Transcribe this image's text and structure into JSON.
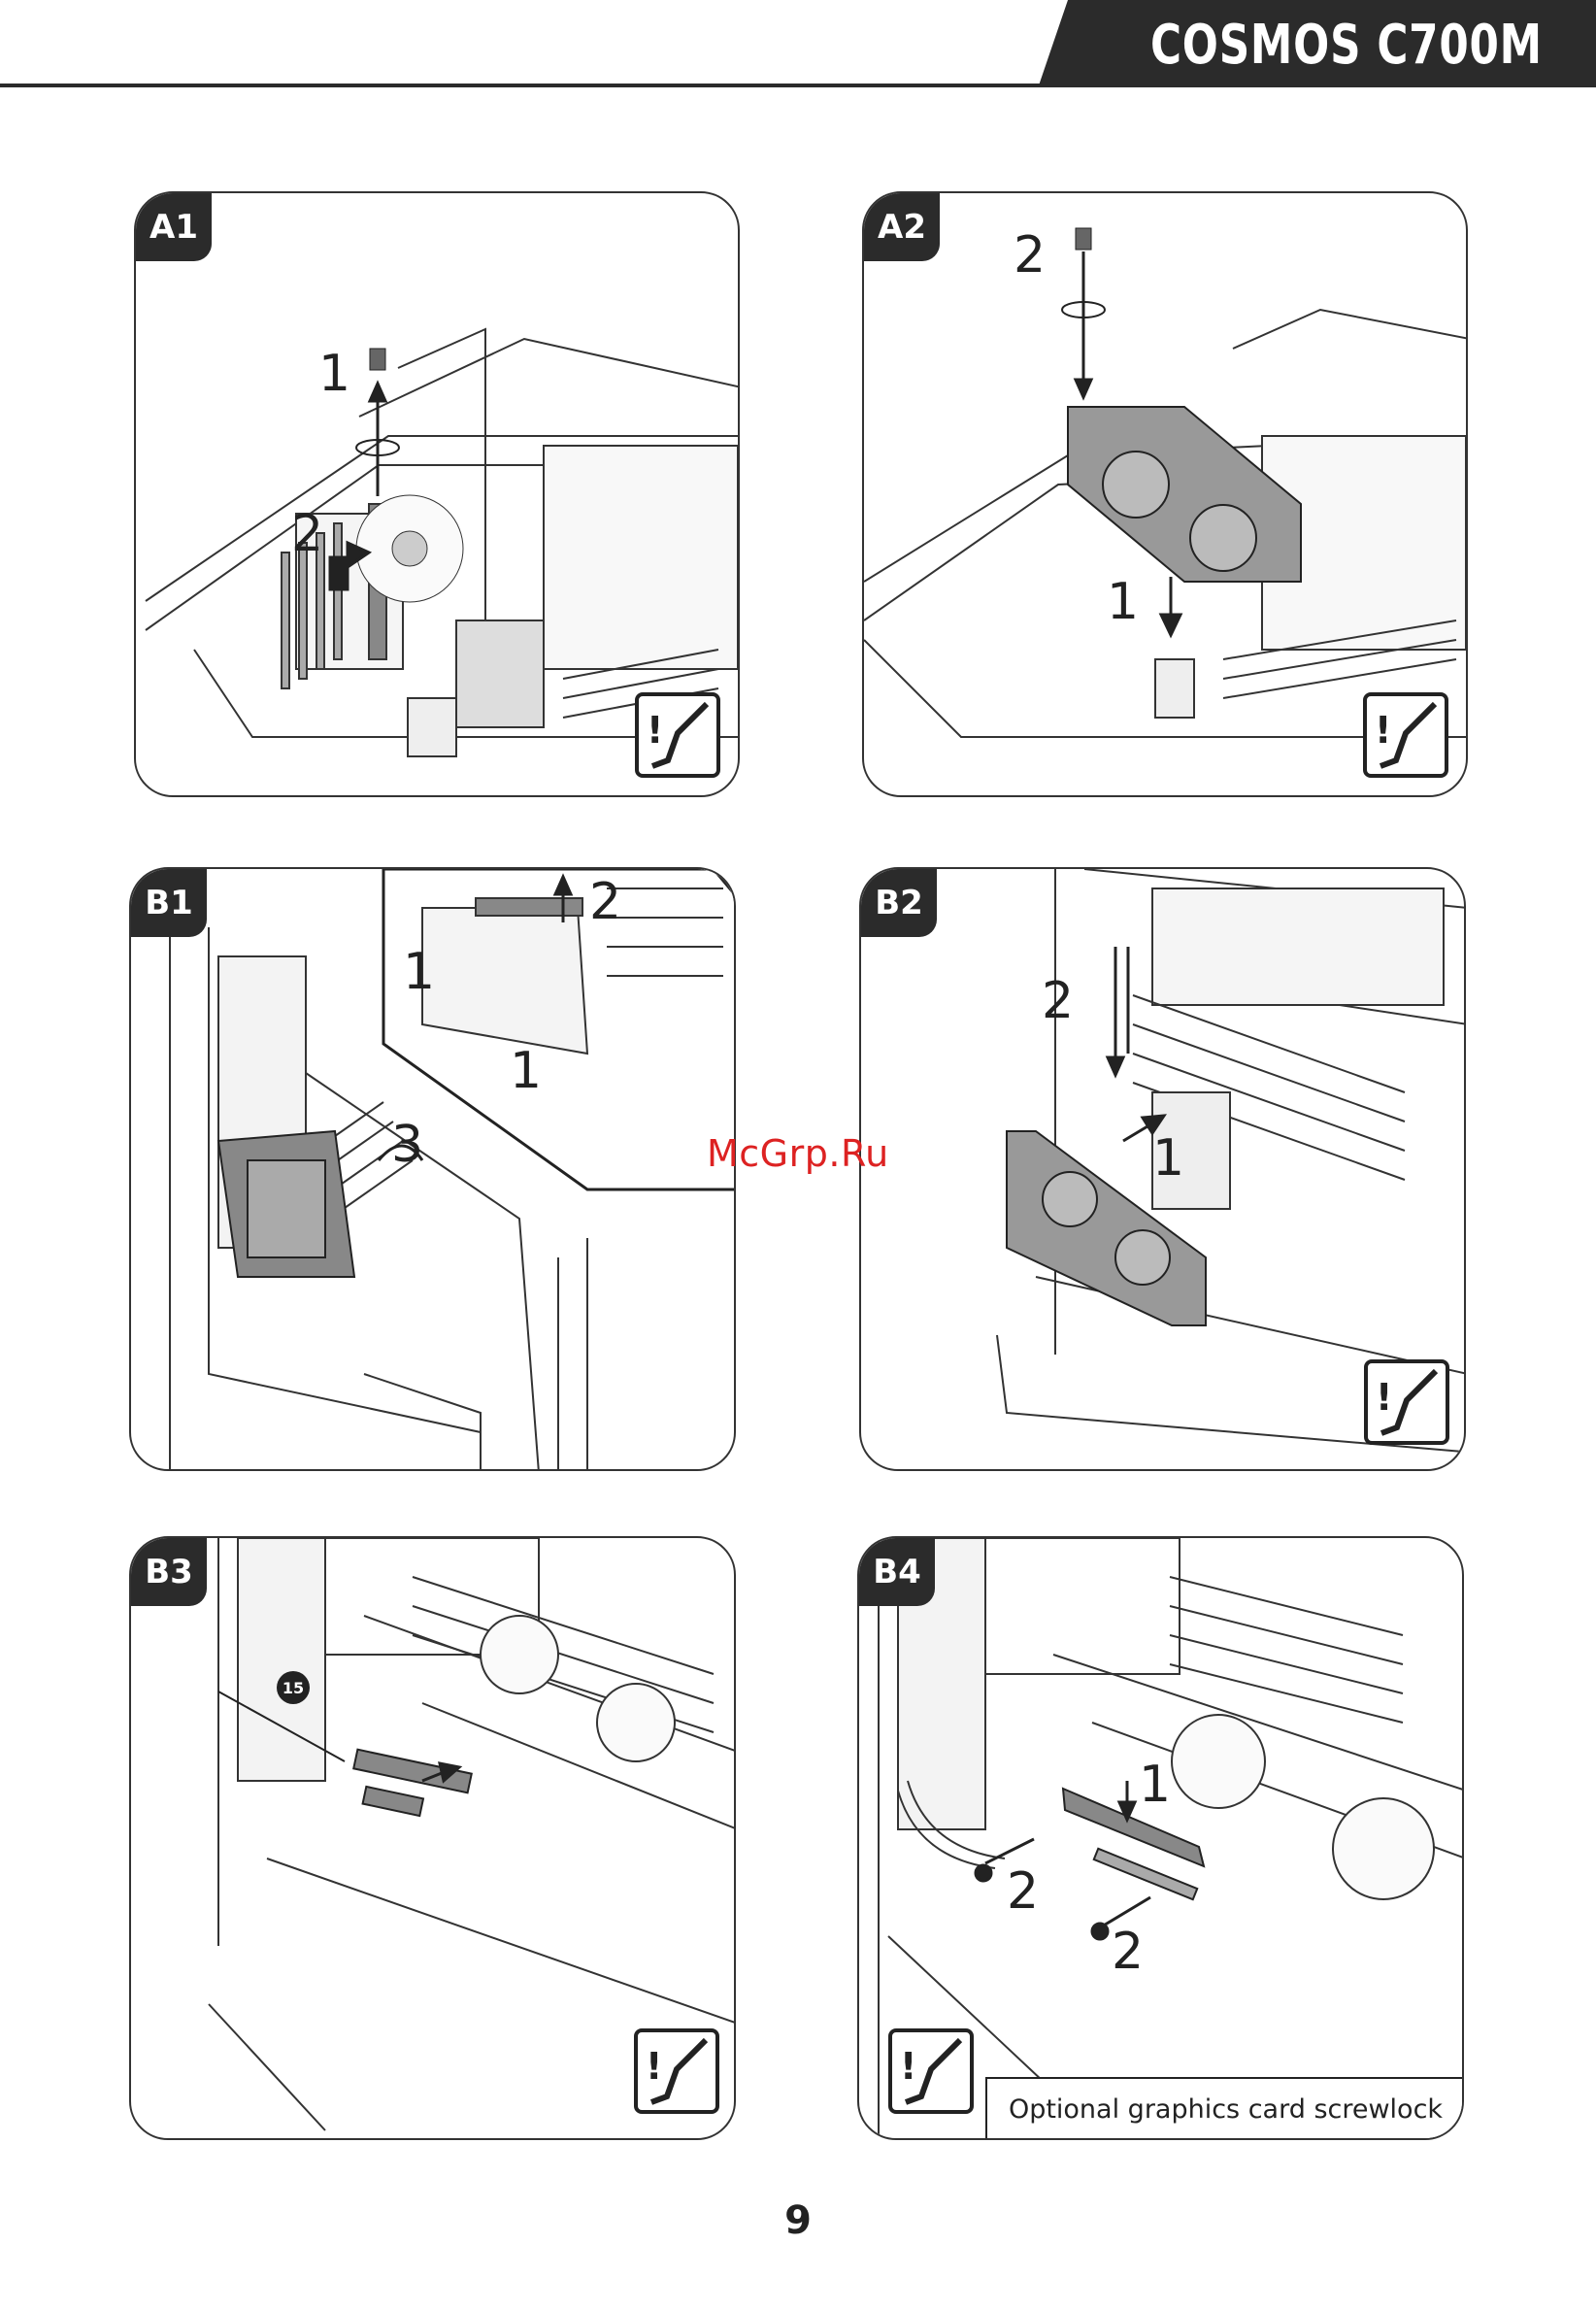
{
  "header": {
    "title": "COSMOS C700M"
  },
  "panels": {
    "a1": {
      "tag": "A1",
      "step1": "1",
      "step2": "2"
    },
    "a2": {
      "tag": "A2",
      "step1": "1",
      "step2": "2"
    },
    "b1": {
      "tag": "B1",
      "step1a": "1",
      "step1b": "1",
      "step2": "2",
      "step3": "3"
    },
    "b2": {
      "tag": "B2",
      "step1": "1",
      "step2": "2"
    },
    "b3": {
      "tag": "B3",
      "callout": "15"
    },
    "b4": {
      "tag": "B4",
      "step1": "1",
      "step2a": "2",
      "step2b": "2",
      "caption": "Optional graphics card screwlock"
    }
  },
  "watermark": "McGrp.Ru",
  "footer": {
    "page_number": "9"
  },
  "icons": {
    "tool": "screwdriver-warning-icon"
  },
  "colors": {
    "ink": "#2b2b2b",
    "watermark": "#dd2222"
  }
}
